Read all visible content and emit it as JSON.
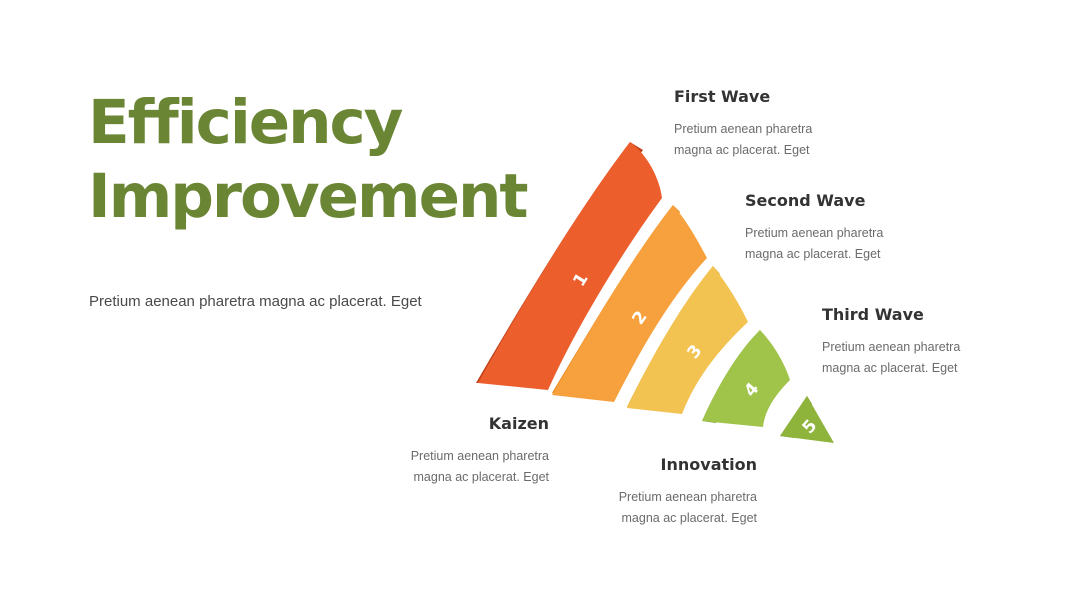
{
  "title": {
    "line1": "Efficiency",
    "line2": "Improvement"
  },
  "subtitle": "Pretium aenean pharetra magna ac placerat. Eget",
  "colors": {
    "title": "#6a8533",
    "step1": "#ec5f2c",
    "step1_side": "#c0401a",
    "step2": "#f7a13e",
    "step2_side": "#e57f12",
    "step3": "#f3c352",
    "step3_side": "#e4a521",
    "step4": "#a0c44a",
    "step4_side": "#7ea231",
    "step5": "#8fb43c",
    "step5_side": "#6c8e2a"
  },
  "steps": [
    {
      "number": "1",
      "label": "First Wave",
      "text_line1": "Pretium aenean pharetra",
      "text_line2": "magna ac placerat. Eget"
    },
    {
      "number": "2",
      "label": "Second Wave",
      "text_line1": "Pretium aenean pharetra",
      "text_line2": "magna ac placerat. Eget"
    },
    {
      "number": "3",
      "label": "Third Wave",
      "text_line1": "Pretium aenean pharetra",
      "text_line2": "magna ac placerat. Eget"
    },
    {
      "number": "4",
      "label": "Kaizen",
      "text_line1": "Pretium aenean pharetra",
      "text_line2": "magna ac placerat. Eget"
    },
    {
      "number": "5",
      "label": "Innovation",
      "text_line1": "Pretium aenean pharetra",
      "text_line2": "magna ac placerat. Eget"
    }
  ]
}
